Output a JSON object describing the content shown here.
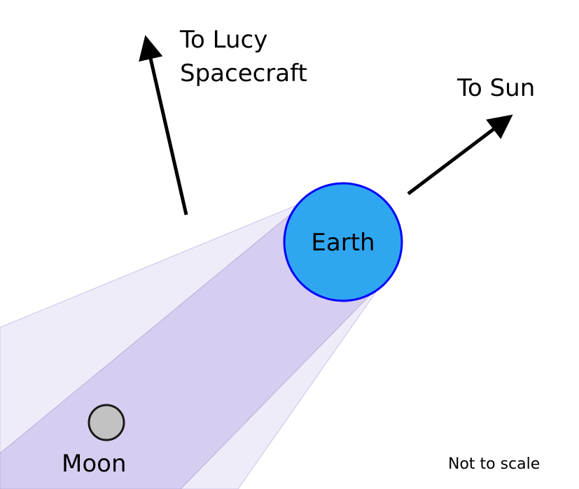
{
  "diagram": {
    "labels": {
      "lucy_line1": "To Lucy",
      "lucy_line2": "Spacecraft",
      "sun": "To Sun",
      "earth": "Earth",
      "moon": "Moon",
      "scale_note": "Not to scale"
    },
    "colors": {
      "background": "#FFFFFF",
      "earth_fill": "#2EA7F0",
      "earth_stroke": "#0000FF",
      "moon_fill": "#C2C2C2",
      "moon_stroke": "#1A1A1A",
      "umbra_fill": "#D7CDF0",
      "penumbra_fill": "#EFECF9",
      "arrow": "#000000"
    }
  }
}
